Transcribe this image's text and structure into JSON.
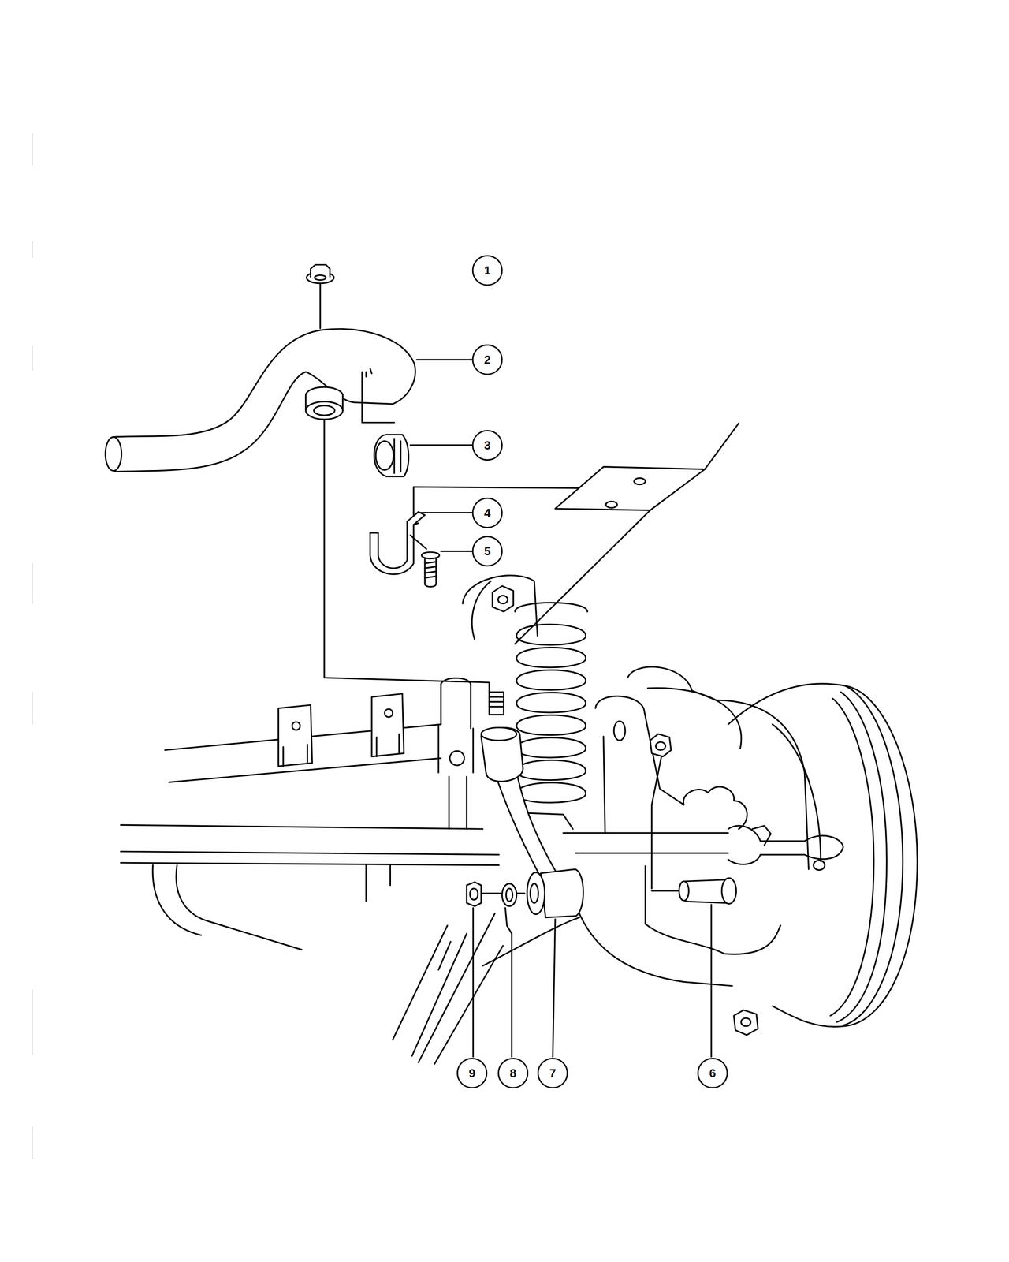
{
  "diagram": {
    "nodes": [
      {
        "text": [
          "1"
        ]
      },
      {
        "text": [
          "2"
        ]
      },
      {
        "text": [
          "3"
        ]
      },
      {
        "text": [
          "4"
        ]
      },
      {
        "text": [
          "5"
        ]
      },
      {
        "text": [
          "9"
        ]
      },
      {
        "text": [
          "8"
        ]
      },
      {
        "text": [
          "7"
        ]
      },
      {
        "text": [
          "6"
        ]
      }
    ]
  }
}
